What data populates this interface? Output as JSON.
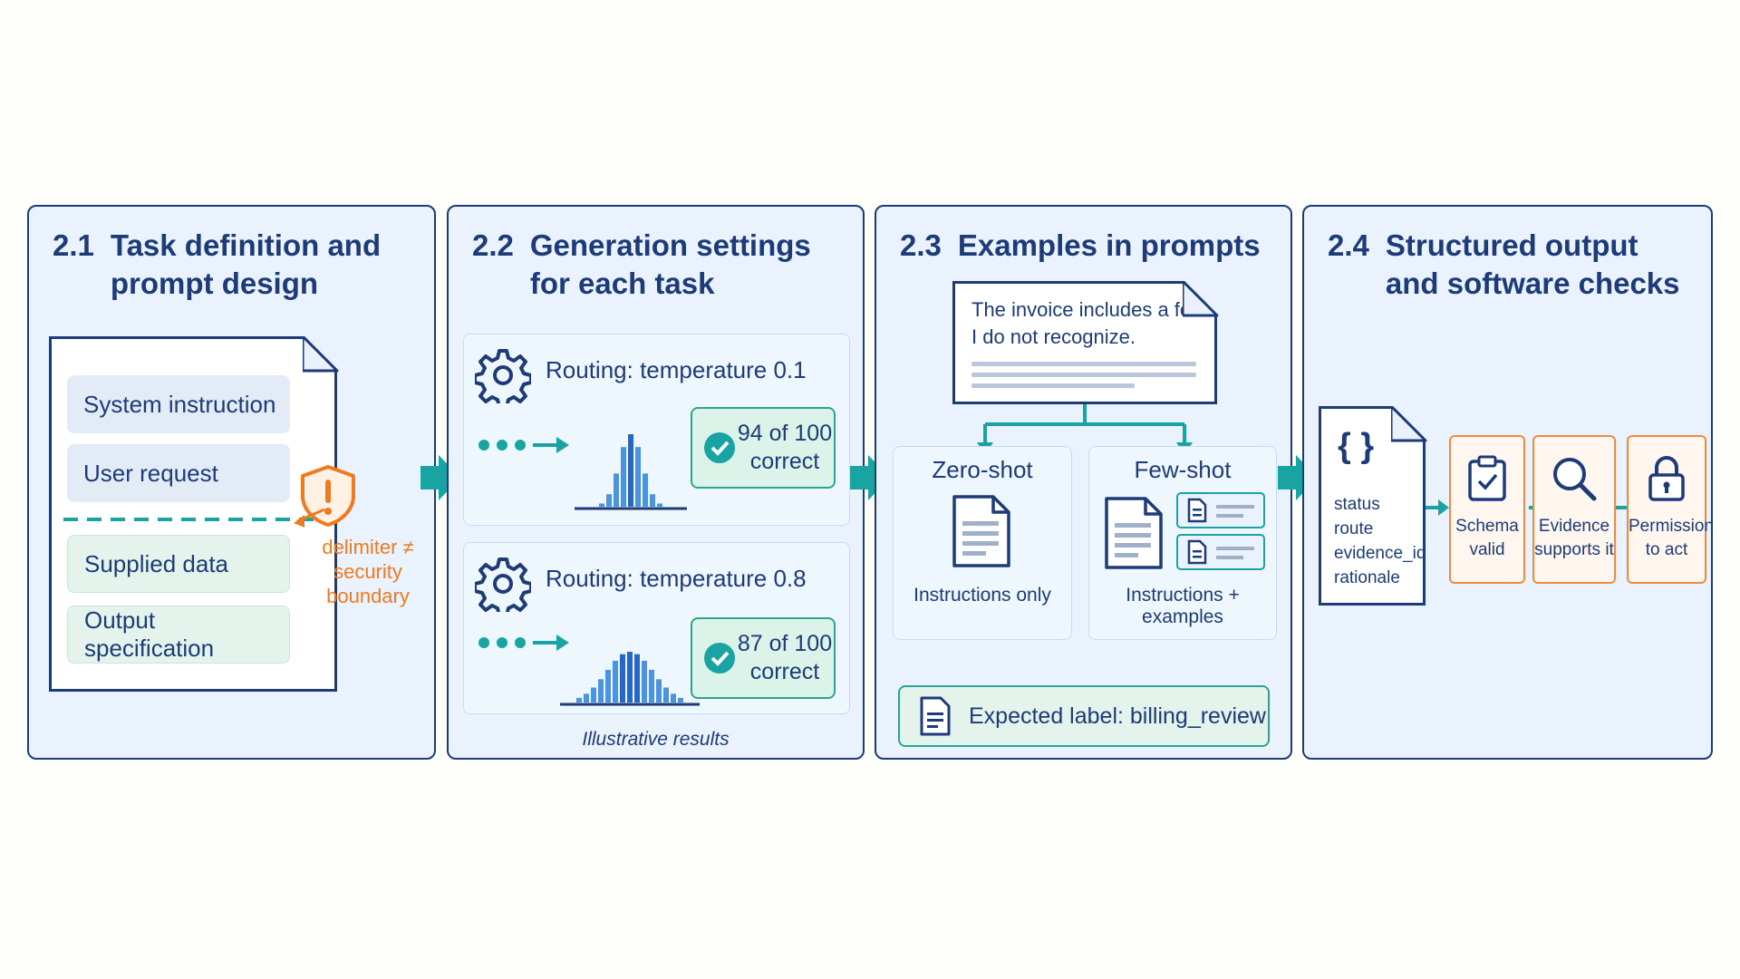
{
  "panels": [
    {
      "number": "2.1",
      "title": "Task definition and\nprompt design",
      "sections": [
        "System instruction",
        "User request",
        "Supplied data",
        "Output specification"
      ],
      "warning": "delimiter ≠\nsecurity\nboundary"
    },
    {
      "number": "2.2",
      "title": "Generation settings\nfor each task",
      "settings": [
        {
          "label": "Routing: temperature 0.1",
          "result_line1": "94 of 100",
          "result_line2": "correct"
        },
        {
          "label": "Routing: temperature 0.8",
          "result_line1": "87 of 100",
          "result_line2": "correct"
        }
      ],
      "caption": "Illustrative results"
    },
    {
      "number": "2.3",
      "title": "Examples in prompts",
      "message_line1": "The invoice includes a fee",
      "message_line2": "I do not recognize.",
      "zero_shot": {
        "title": "Zero-shot",
        "caption": "Instructions only"
      },
      "few_shot": {
        "title": "Few-shot",
        "caption": "Instructions + examples"
      },
      "expected_label": "Expected label: billing_review"
    },
    {
      "number": "2.4",
      "title": "Structured output\nand software checks",
      "json_braces": "{ }",
      "json_fields": [
        "status",
        "route",
        "evidence_ids",
        "rationale"
      ],
      "checks": [
        {
          "label": "Schema\nvalid",
          "icon": "clipboard-check-icon"
        },
        {
          "label": "Evidence\nsupports it",
          "icon": "magnifier-icon"
        },
        {
          "label": "Permission\nto act",
          "icon": "lock-icon"
        }
      ]
    }
  ],
  "colors": {
    "navy": "#1d3b78",
    "teal": "#1aa3a3",
    "orange": "#f07a1e",
    "panel": "#eaf3fd"
  }
}
